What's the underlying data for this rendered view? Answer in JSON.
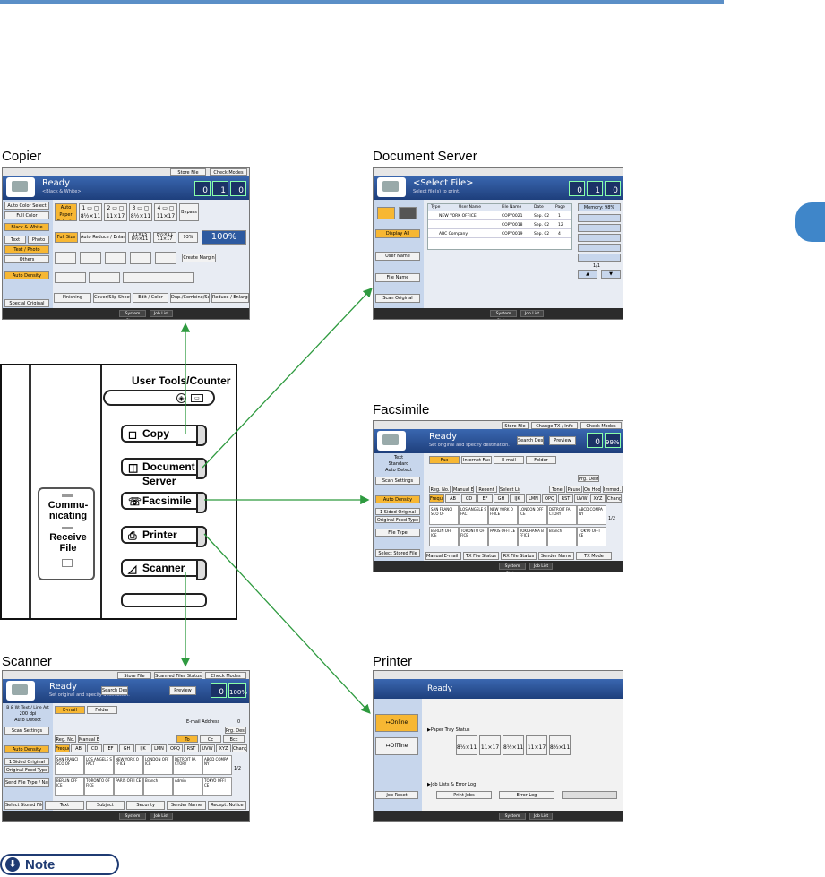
{
  "captions": {
    "copier": "Copier",
    "docserver": "Document Server",
    "facsimile": "Facsimile",
    "scanner": "Scanner",
    "printer": "Printer"
  },
  "copier": {
    "store_file": "Store File",
    "check_modes": "Check Modes",
    "status": "Ready",
    "sub": "<Black & White>",
    "counters": [
      "0",
      "1",
      "0"
    ],
    "left": [
      "Auto Color Select",
      "Full Color",
      "Black & White",
      "Text",
      "Photo",
      "Text / Photo",
      "Others",
      "Auto Density",
      "Special Original"
    ],
    "paper": [
      "Auto Paper Select▶",
      "1 ▭ ▢ 8½×11",
      "2 ▭ ▢ 11×17",
      "3 ▭ ▢ 8½×11",
      "4 ▭ ▢ 11×17",
      "Bypass"
    ],
    "reduce": [
      "Full Size",
      "Auto Reduce / Enlarge",
      "11×15 8½×11",
      "8½×11 11×17",
      "93%",
      "100%"
    ],
    "combine": "Create Margin",
    "bottom": [
      "Finishing",
      "Cover/Slip Sheet",
      "Edit / Color",
      "Dup./Combine/Series",
      "Reduce / Enlarge"
    ],
    "foot": [
      "System Status",
      "Job List"
    ]
  },
  "docserver": {
    "status": "<Select File>",
    "sub": "Select file(s) to print.",
    "counters": [
      "0",
      "1",
      "0"
    ],
    "cols": [
      "Type",
      "User Name",
      "File Name",
      "Date",
      "Page"
    ],
    "memory": "Memory: 98%",
    "rows": [
      [
        "NEW YORK OFFICE",
        "COPY0021",
        "Sep. 02",
        "1"
      ],
      [
        "",
        "COPY0018",
        "Sep. 02",
        "12"
      ],
      [
        "ABC Company",
        "COPY0019",
        "Sep. 02",
        "4"
      ]
    ],
    "left": [
      "Display All",
      "User Name",
      "File Name",
      "Scan Original"
    ],
    "page": "1/1",
    "foot": [
      "System Status",
      "Job List"
    ]
  },
  "fax": {
    "store_file": "Store File",
    "change_tx": "Change TX / Info",
    "check_modes": "Check Modes",
    "status": "Ready",
    "sub": "Set original and specify destination.",
    "search": "Search Dest.",
    "preview": "Preview",
    "mem": "99%",
    "counter": "0",
    "left": [
      "Text",
      "Standard",
      "Auto Detect",
      "Scan Settings",
      "Auto Density",
      "1 Sided Original",
      "Original Feed Type",
      "File Type",
      "Select Stored File"
    ],
    "tabs": [
      "Fax",
      "Internet Fax",
      "E-mail",
      "Folder"
    ],
    "prg": "Prg. Dest.",
    "btns": [
      "Reg. No.",
      "Manual Entry",
      "Recent",
      "Select Line",
      "Tone",
      "Pause",
      "On Hook",
      "Immed. TX"
    ],
    "keys": [
      "Frequent",
      "AB",
      "CD",
      "EF",
      "GH",
      "IJK",
      "LMN",
      "OPQ",
      "RST",
      "UVW",
      "XYZ",
      "Change Title"
    ],
    "dests": [
      "SAN FRANCI SCO OF",
      "LOS ANGELE S FACT",
      "NEW YORK O FFICE",
      "LONDON OFF ICE",
      "DETROIT FA CTORY",
      "ABCD COMPA NY",
      "BERLIN OFF ICE",
      "TORONTO OF FICE",
      "PARIS OFFI CE",
      "YOKOHAMA B FFICE",
      "Branch",
      "TOKYO OFFI CE"
    ],
    "page": "1/2",
    "bottom": [
      "Manual E-mail RX",
      "TX File Status",
      "RX File Status",
      "Sender Name",
      "TX Mode"
    ],
    "foot": [
      "System Status",
      "Job List"
    ]
  },
  "scanner": {
    "store_file": "Store File",
    "scanned": "Scanned Files Status",
    "check_modes": "Check Modes",
    "status": "Ready",
    "sub": "Set original and specify destination.",
    "search": "Search Dest.",
    "preview": "Preview",
    "mem": "100%",
    "counter": "0",
    "left": [
      "B & W: Text / Line Art",
      "200 dpi",
      "Auto Detect",
      "Scan Settings",
      "Auto Density",
      "1 Sided Original",
      "Original Feed Type",
      "Send File Type / Name"
    ],
    "tabs": [
      "E-mail",
      "Folder"
    ],
    "email_addr": "E-mail Address",
    "addr_count": "0",
    "prg": "Prg. Dest.",
    "btns": [
      "Reg. No.",
      "Manual Entry"
    ],
    "to": [
      "To",
      "Cc",
      "Bcc"
    ],
    "keys": [
      "Frequent",
      "AB",
      "CD",
      "EF",
      "GH",
      "IJK",
      "LMN",
      "OPQ",
      "RST",
      "UVW",
      "XYZ",
      "Change Title"
    ],
    "dests": [
      "SAN FRANCI SCO OF",
      "LOS ANGELE S FACT",
      "NEW YORK O FFICE",
      "LONDON OFF ICE",
      "DETROIT FA CTORY",
      "ABCD COMPA NY",
      "BERLIN OFF ICE",
      "TORONTO OF FICE",
      "PARIS OFFI CE",
      "Branch",
      "Admin",
      "TOKYO OFFI CE"
    ],
    "page": "1/2",
    "bottom": [
      "Select Stored File",
      "Text",
      "Subject",
      "Security",
      "Sender Name",
      "Recept. Notice"
    ],
    "foot": [
      "System Status",
      "Job List"
    ]
  },
  "printer": {
    "status": "Ready",
    "online": "Online",
    "offline": "Offline",
    "tray": "▶Paper Tray Status",
    "trays": [
      "8½×11",
      "11×17",
      "8½×11",
      "11×17",
      "8½×11"
    ],
    "joblog": "▶Job Lists & Error Log",
    "jobreset": "Job Reset",
    "printjobs": "Print Jobs",
    "errorlog": "Error Log",
    "foot": [
      "System Status",
      "Job List"
    ]
  },
  "panel": {
    "title": "User Tools/Counter",
    "buttons": [
      "Copy",
      "Document Server",
      "Facsimile",
      "Printer",
      "Scanner"
    ],
    "comm": "Commu-\nnicating",
    "recv": "Receive File"
  },
  "note": "Note"
}
